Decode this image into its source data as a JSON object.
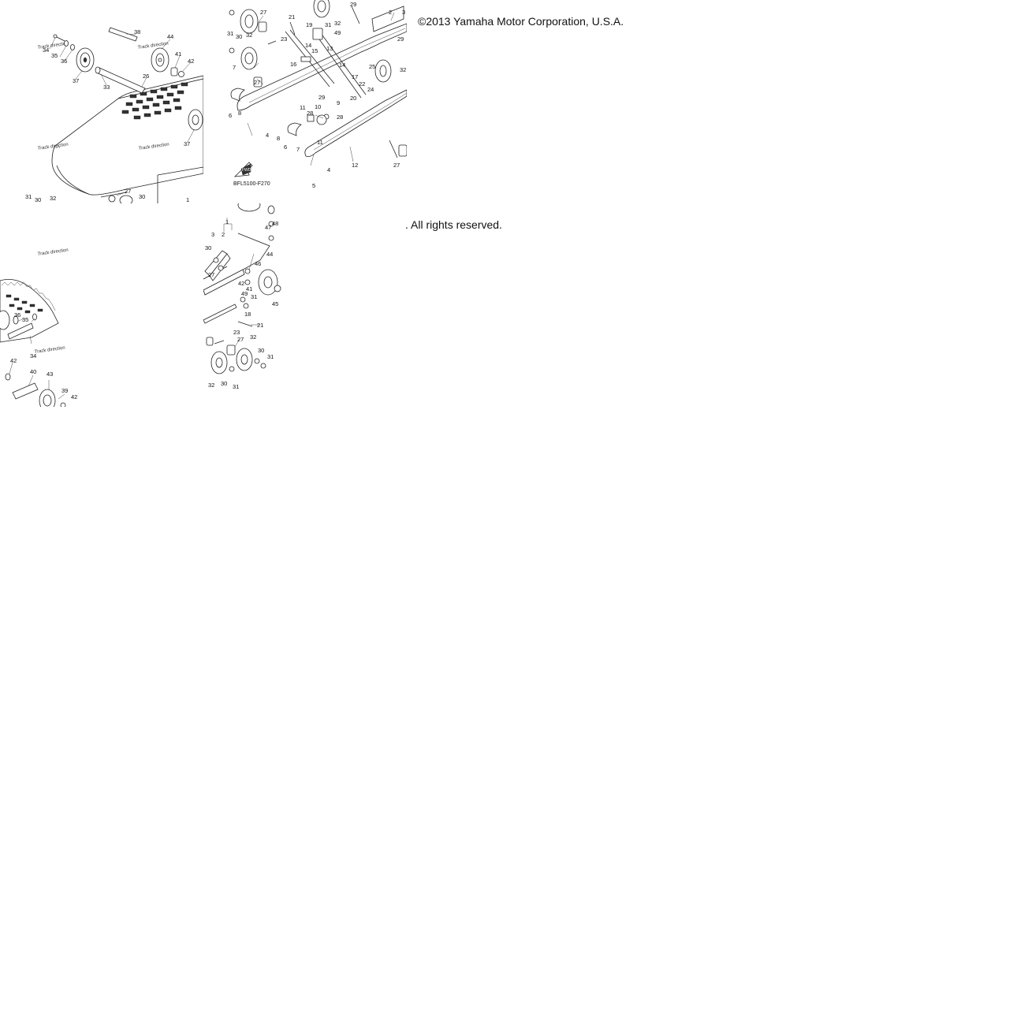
{
  "copyright": "©2013 Yamaha Motor Corporation, U.S.A.",
  "rights": ". All rights reserved.",
  "diagram": {
    "code": "BFL5100-F270",
    "fwd_label": "FWD",
    "icons": [
      "fwd-arrow-icon"
    ],
    "tiles": {
      "tl": {
        "callouts": [
          {
            "text": "38"
          },
          {
            "text": "44"
          },
          {
            "text": "34"
          },
          {
            "text": "35"
          },
          {
            "text": "36"
          },
          {
            "text": "41"
          },
          {
            "text": "42"
          },
          {
            "text": "37"
          },
          {
            "text": "33"
          },
          {
            "text": "26"
          },
          {
            "text": "37"
          },
          {
            "text": "31"
          },
          {
            "text": "30"
          },
          {
            "text": "32"
          },
          {
            "text": "27"
          },
          {
            "text": "30"
          },
          {
            "text": "1"
          }
        ]
      },
      "tr": {
        "callouts": [
          {
            "text": "27"
          },
          {
            "text": "21"
          },
          {
            "text": "29"
          },
          {
            "text": "3"
          },
          {
            "text": "19"
          },
          {
            "text": "31"
          },
          {
            "text": "32"
          },
          {
            "text": "2"
          },
          {
            "text": "31"
          },
          {
            "text": "30"
          },
          {
            "text": "32"
          },
          {
            "text": "23"
          },
          {
            "text": "14"
          },
          {
            "text": "13"
          },
          {
            "text": "49"
          },
          {
            "text": "29"
          },
          {
            "text": "16"
          },
          {
            "text": "15"
          },
          {
            "text": "7"
          },
          {
            "text": "14"
          },
          {
            "text": "25"
          },
          {
            "text": "32"
          },
          {
            "text": "27"
          },
          {
            "text": "17"
          },
          {
            "text": "22"
          },
          {
            "text": "24"
          },
          {
            "text": "29"
          },
          {
            "text": "20"
          },
          {
            "text": "9"
          },
          {
            "text": "6"
          },
          {
            "text": "8"
          },
          {
            "text": "11"
          },
          {
            "text": "10"
          },
          {
            "text": "28"
          },
          {
            "text": "28"
          },
          {
            "text": "4"
          },
          {
            "text": "8"
          },
          {
            "text": "6"
          },
          {
            "text": "7"
          },
          {
            "text": "11"
          },
          {
            "text": "12"
          },
          {
            "text": "27"
          },
          {
            "text": "4"
          },
          {
            "text": "5"
          }
        ]
      },
      "bl": {
        "callouts": [
          {
            "text": "36"
          },
          {
            "text": "35"
          },
          {
            "text": "34"
          },
          {
            "text": "42"
          },
          {
            "text": "40"
          },
          {
            "text": "43"
          },
          {
            "text": "39"
          },
          {
            "text": "42"
          }
        ]
      },
      "br": {
        "callouts": [
          {
            "text": "1"
          },
          {
            "text": "3"
          },
          {
            "text": "2"
          },
          {
            "text": "48"
          },
          {
            "text": "47"
          },
          {
            "text": "30"
          },
          {
            "text": "44"
          },
          {
            "text": "27"
          },
          {
            "text": "46"
          },
          {
            "text": "42"
          },
          {
            "text": "41"
          },
          {
            "text": "49"
          },
          {
            "text": "31"
          },
          {
            "text": "45"
          },
          {
            "text": "18"
          },
          {
            "text": "21"
          },
          {
            "text": "23"
          },
          {
            "text": "27"
          },
          {
            "text": "32"
          },
          {
            "text": "30"
          },
          {
            "text": "31"
          },
          {
            "text": "32"
          },
          {
            "text": "30"
          },
          {
            "text": "31"
          }
        ]
      }
    }
  }
}
